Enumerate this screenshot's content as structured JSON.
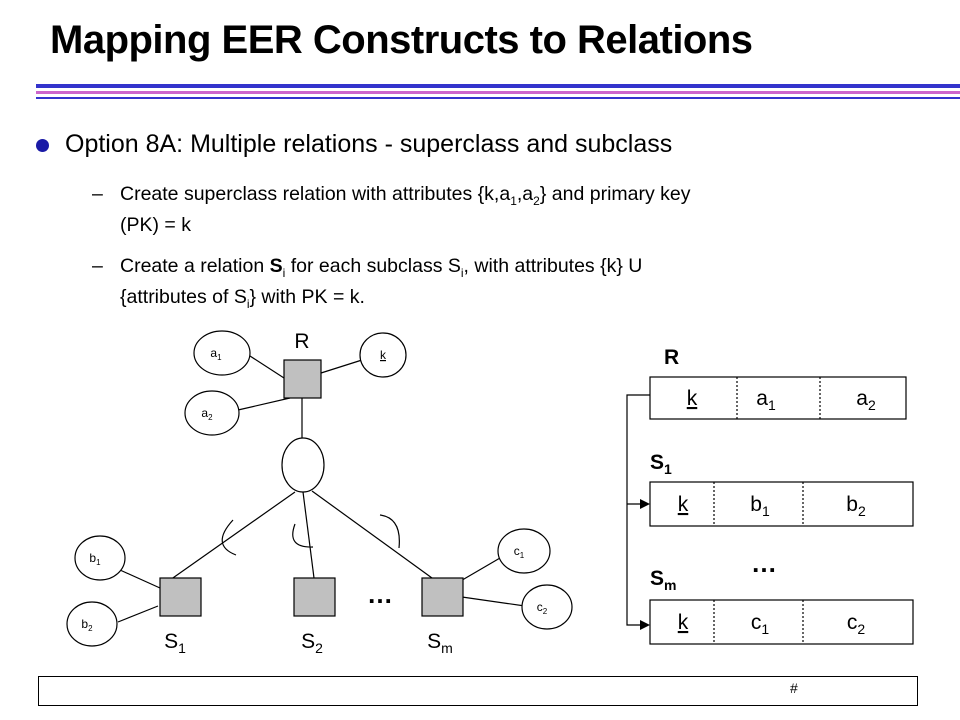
{
  "slide": {
    "title": "Mapping EER Constructs to Relations",
    "bullet": "Option 8A: Multiple relations - superclass and subclass",
    "sub1": {
      "dash": "–",
      "text_a": "Create superclass relation with attributes {k,a",
      "sub_a": "1",
      "text_b": ",a",
      "sub_b": "2",
      "text_c": "} and primary key",
      "line2": "(PK) = k"
    },
    "sub2": {
      "dash": "–",
      "text_a": "Create a relation ",
      "bold_s": "S",
      "sub_i1": "i",
      "text_b": " for each subclass S",
      "sub_i2": "i",
      "text_c": ", with attributes {k} U",
      "line2_a": "{attributes of S",
      "sub_i3": "i",
      "line2_b": "} with PK = k."
    },
    "page_number": "#"
  },
  "er": {
    "superclass": "R",
    "attr_a1": "a",
    "attr_a1_sub": "1",
    "attr_a2": "a",
    "attr_a2_sub": "2",
    "attr_k": "k",
    "attr_b1": "b",
    "attr_b1_sub": "1",
    "attr_b2": "b",
    "attr_b2_sub": "2",
    "attr_c1": "c",
    "attr_c1_sub": "1",
    "attr_c2": "c",
    "attr_c2_sub": "2",
    "sub1": "S",
    "sub1_sub": "1",
    "sub2": "S",
    "sub2_sub": "2",
    "subm": "S",
    "subm_sub": "m",
    "ellipsis": "…"
  },
  "relations": {
    "r_label": "R",
    "r_cols": [
      "k",
      "a",
      "a"
    ],
    "r_subs": [
      "",
      "1",
      "2"
    ],
    "s1_label": "S",
    "s1_sub": "1",
    "s1_cols": [
      "k",
      "b",
      "b"
    ],
    "s1_subs": [
      "",
      "1",
      "2"
    ],
    "sm_label": "S",
    "sm_sub": "m",
    "sm_cols": [
      "k",
      "c",
      "c"
    ],
    "sm_subs": [
      "",
      "1",
      "2"
    ],
    "ellipsis": "…"
  },
  "colors": {
    "bullet": "#1a1aa6",
    "rule_blue": "#3333cc",
    "rule_purple": "#cc66cc",
    "entity_fill": "#c0c0c0"
  }
}
